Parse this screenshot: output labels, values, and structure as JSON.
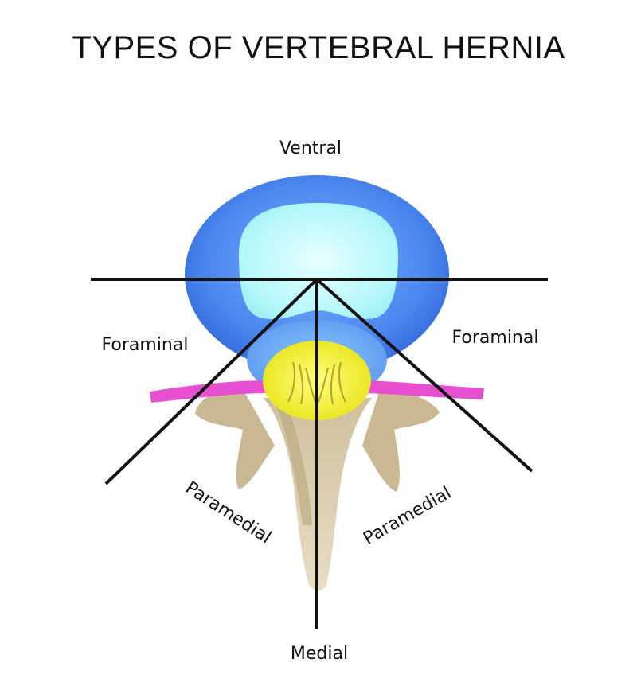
{
  "title": "TYPES OF VERTEBRAL HERNIA",
  "labels": {
    "ventral": "Ventral",
    "foraminal_left": "Foraminal",
    "foraminal_right": "Foraminal",
    "paramedial_left": "Paramedial",
    "paramedial_right": "Paramedial",
    "medial": "Medial"
  },
  "colors": {
    "disc_outer": "#4a7fe8",
    "disc_inner": "#aef6f8",
    "spinal_cord": "#f2f230",
    "nerve_root": "#e84fd0",
    "bone": "#c8b893",
    "lines": "#111111"
  }
}
